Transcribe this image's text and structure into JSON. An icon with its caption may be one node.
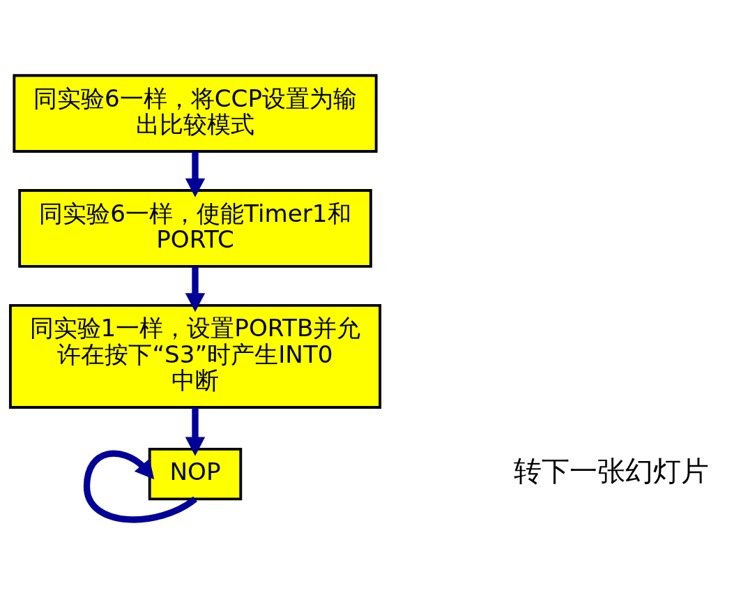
{
  "diagram": {
    "nodes": [
      {
        "text": [
          "同实验6一样，将CCP设置为输出比较模式"
        ]
      },
      {
        "text": [
          "同实验6一样，使能Timer1和PORTC"
        ]
      },
      {
        "text": [
          "同实验1一样，设置PORTB并允许在按下“S3”时产生INT0 中断"
        ]
      },
      {
        "text": [
          "NOP"
        ]
      }
    ],
    "edges": [
      {
        "from": 0,
        "to": 1,
        "arrow": "to"
      },
      {
        "from": 1,
        "to": 2,
        "arrow": "to"
      },
      {
        "from": 2,
        "to": 3,
        "arrow": "to"
      },
      {
        "from": 3,
        "to": 3,
        "arrow": "to"
      }
    ],
    "labels": [
      "转下一张幻灯片"
    ]
  }
}
